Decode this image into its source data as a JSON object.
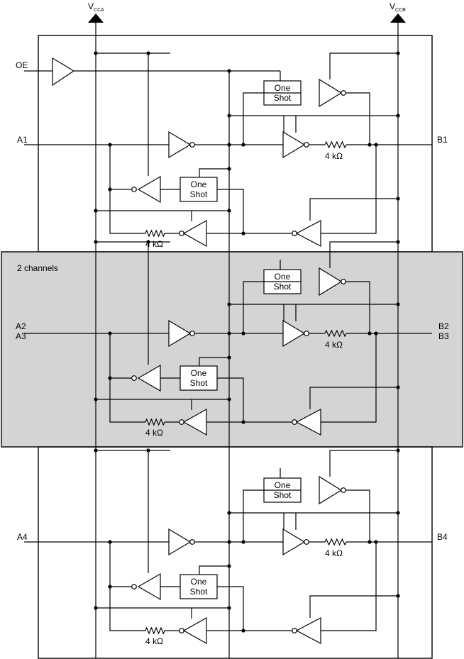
{
  "supplies": {
    "vcca_main": "V",
    "vcca_sub": "CCA",
    "vccb_main": "V",
    "vccb_sub": "CCB"
  },
  "oe_label": "OE",
  "group_label": "2 channels",
  "channels": [
    {
      "a_label": "A1",
      "b_label": "B1"
    },
    {
      "a_label": "A2",
      "a_label2": "A3",
      "b_label": "B2",
      "b_label2": "B3"
    },
    {
      "a_label": "A4",
      "b_label": "B4"
    }
  ],
  "one_shot": [
    "One",
    "Shot"
  ],
  "resistor_label": "4 kΩ",
  "colors": {
    "group_fill": "#d4d4d4",
    "line": "#000000",
    "background": "#ffffff"
  }
}
